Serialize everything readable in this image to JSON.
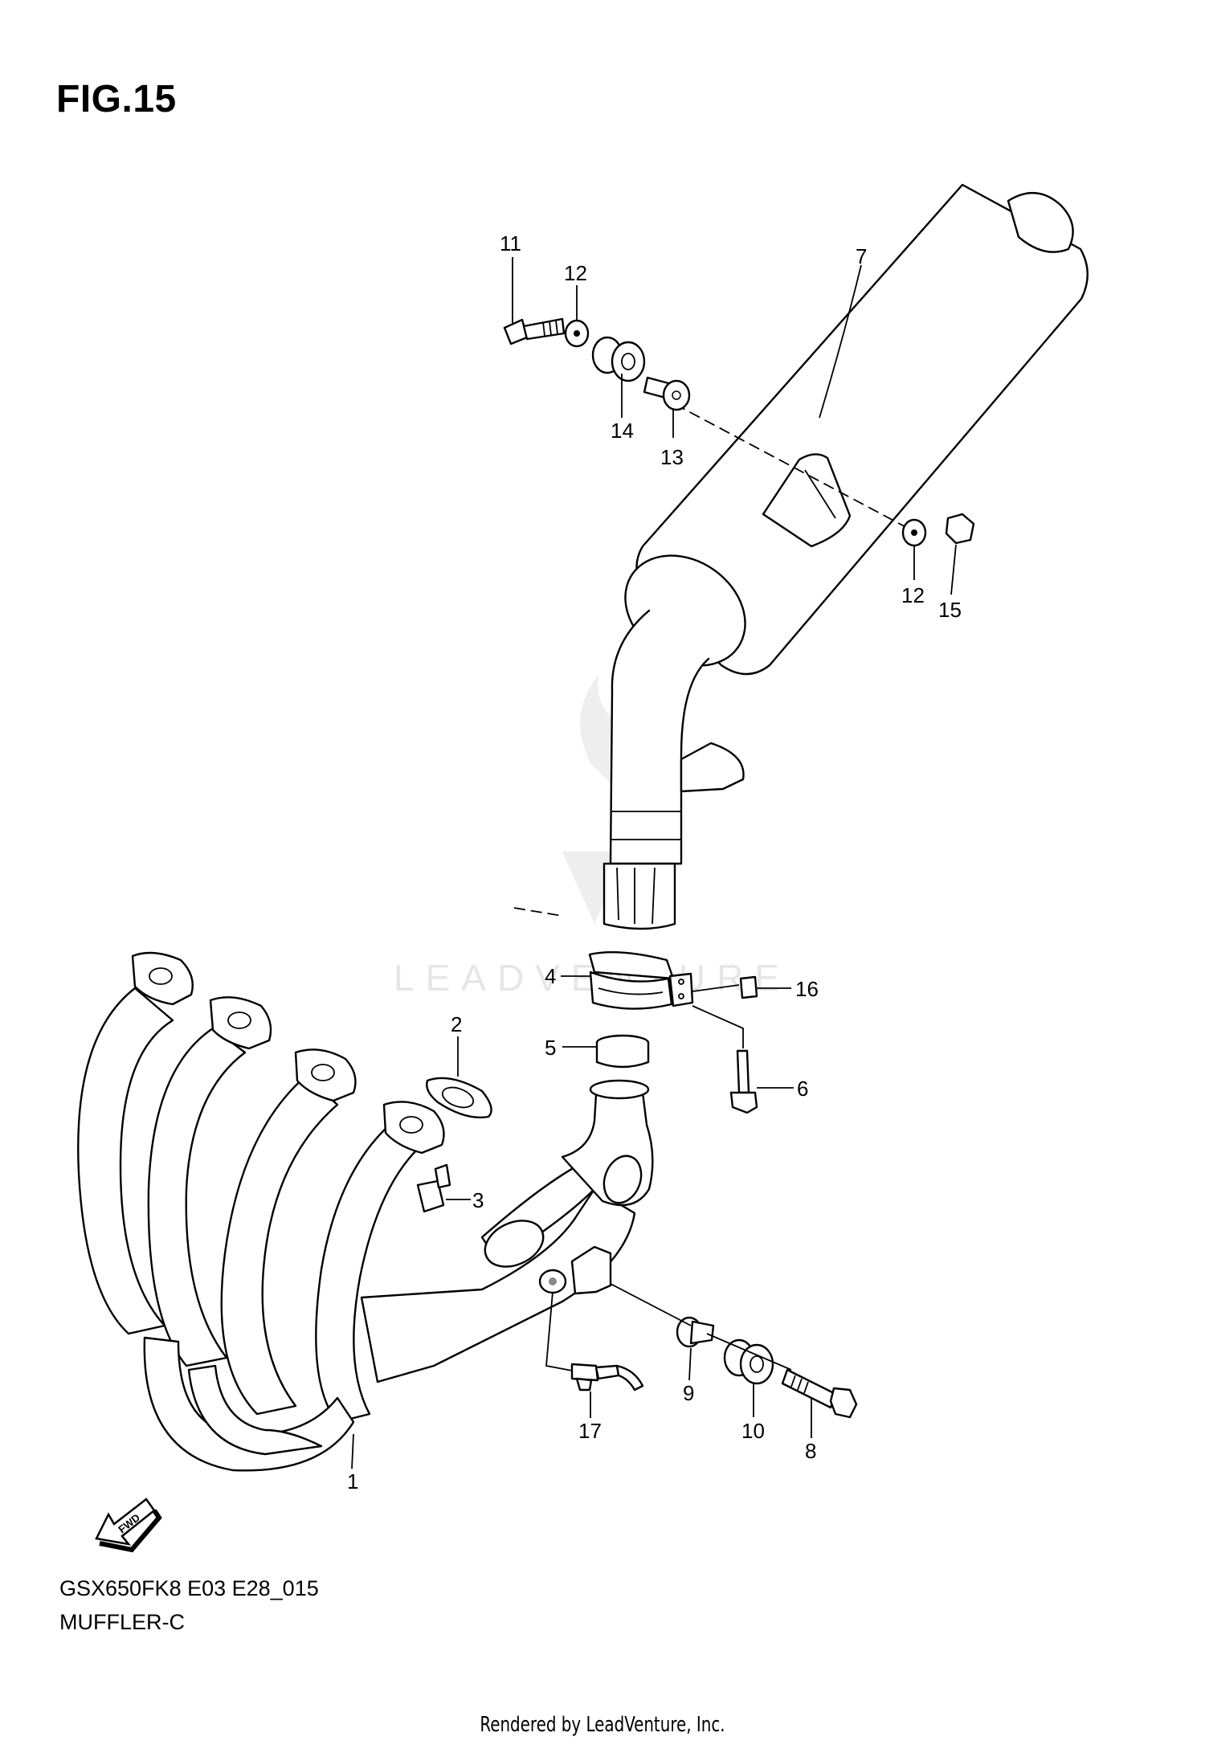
{
  "figure": {
    "title": "FIG.15",
    "code": "GSX650FK8 E03 E28_015",
    "caption": "MUFFLER-C",
    "footer": "Rendered by LeadVenture, Inc.",
    "watermark": "LEADVENTURE",
    "fwd_label": "FWD"
  },
  "callouts": [
    "1",
    "2",
    "3",
    "4",
    "5",
    "6",
    "7",
    "8",
    "9",
    "10",
    "11",
    "12",
    "12",
    "13",
    "14",
    "15",
    "16",
    "17"
  ],
  "parts": [
    {
      "ref": "1",
      "name": "exhaust-header-pipe"
    },
    {
      "ref": "2",
      "name": "gasket"
    },
    {
      "ref": "3",
      "name": "nut"
    },
    {
      "ref": "4",
      "name": "clamp"
    },
    {
      "ref": "5",
      "name": "gasket-ring"
    },
    {
      "ref": "6",
      "name": "bolt"
    },
    {
      "ref": "7",
      "name": "muffler"
    },
    {
      "ref": "8",
      "name": "bolt"
    },
    {
      "ref": "9",
      "name": "spacer"
    },
    {
      "ref": "10",
      "name": "cushion"
    },
    {
      "ref": "11",
      "name": "bolt"
    },
    {
      "ref": "12",
      "name": "washer"
    },
    {
      "ref": "13",
      "name": "spacer"
    },
    {
      "ref": "14",
      "name": "cushion"
    },
    {
      "ref": "15",
      "name": "nut"
    },
    {
      "ref": "16",
      "name": "nut"
    },
    {
      "ref": "17",
      "name": "oxygen-sensor"
    }
  ]
}
